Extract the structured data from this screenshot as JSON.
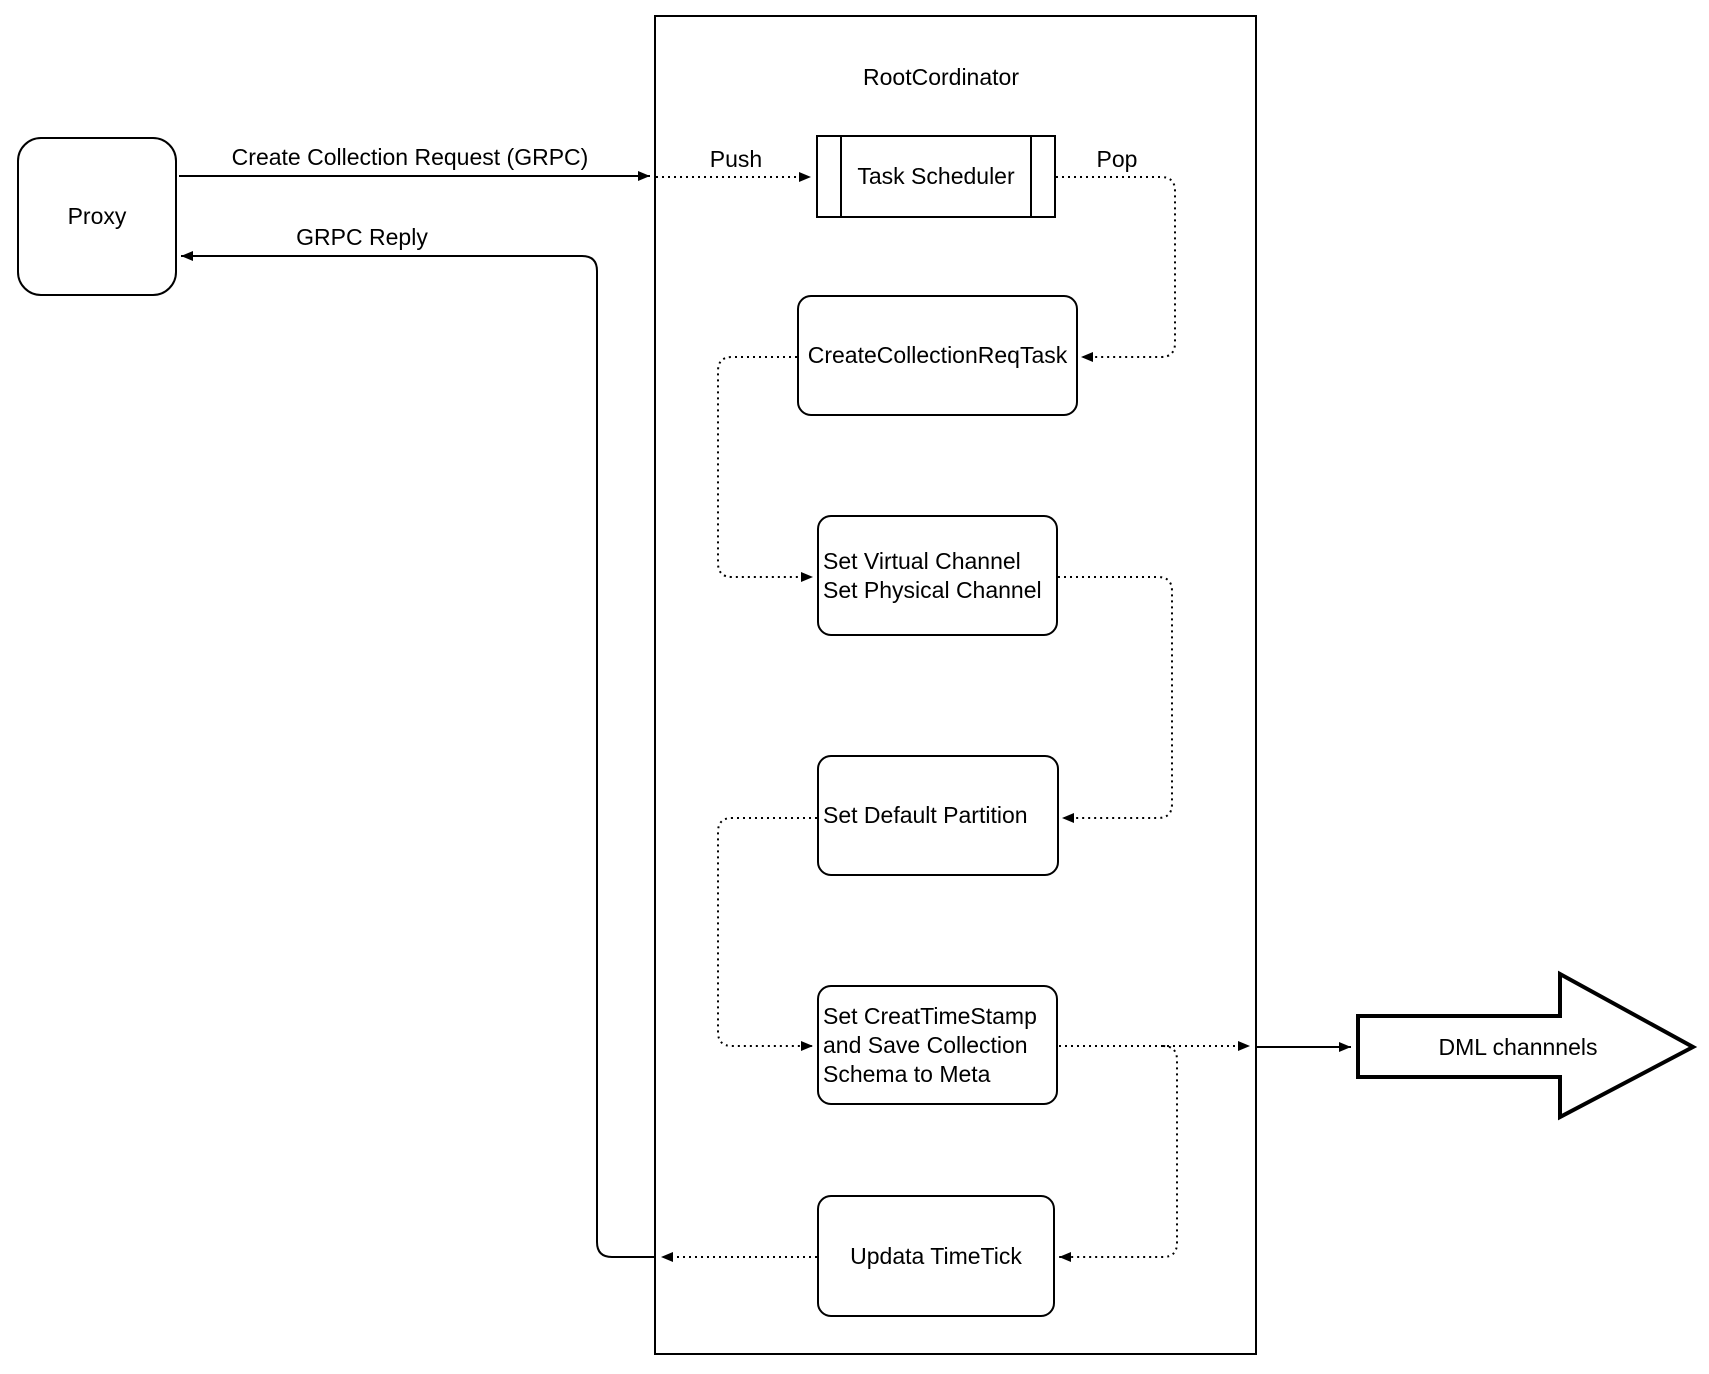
{
  "diagram": {
    "colors": {
      "stroke": "#000000",
      "background": "#ffffff"
    },
    "nodes": {
      "proxy": {
        "label": "Proxy"
      },
      "root_coordinator": {
        "title": "RootCordinator"
      },
      "task_scheduler": {
        "label": "Task Scheduler"
      },
      "create_collection_req_task": {
        "label": "CreateCollectionReqTask"
      },
      "set_channels": {
        "lines": [
          "Set Virtual Channel",
          "Set Physical Channel"
        ]
      },
      "set_default_partition": {
        "label": "Set Default Partition"
      },
      "set_creat_timestamp": {
        "lines": [
          "Set CreatTimeStamp",
          "and Save Collection",
          "Schema to Meta"
        ]
      },
      "updata_timetick": {
        "label": "Updata TimeTick"
      },
      "dml_channels": {
        "label": "DML channnels"
      }
    },
    "edges": {
      "create_collection_request": {
        "label": "Create Collection Request (GRPC)"
      },
      "grpc_reply": {
        "label": "GRPC Reply"
      },
      "push": {
        "label": "Push"
      },
      "pop": {
        "label": "Pop"
      }
    }
  }
}
